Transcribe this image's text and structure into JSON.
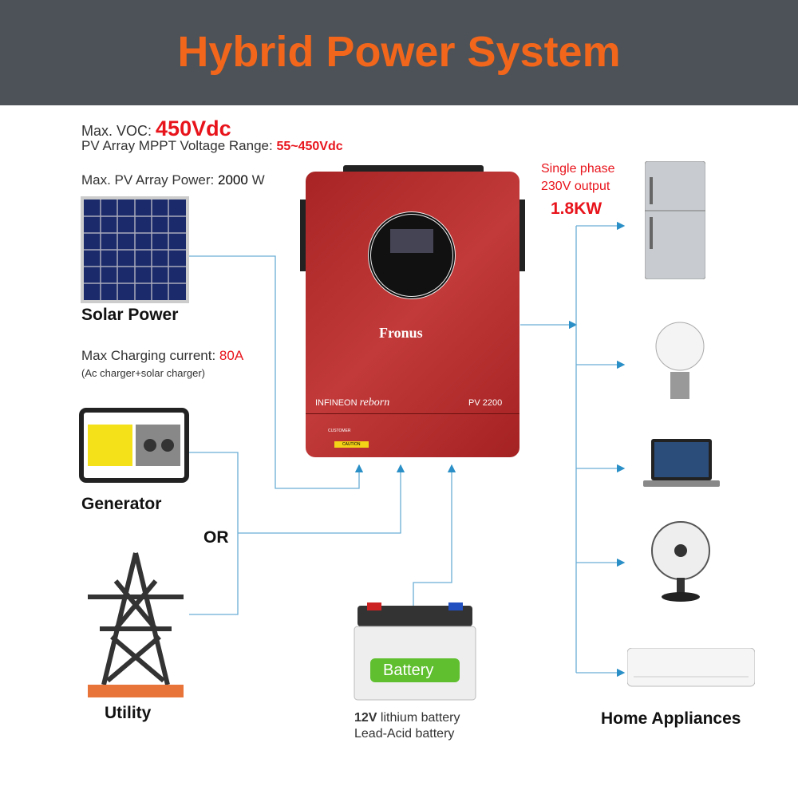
{
  "title": "Hybrid Power System",
  "specs": {
    "voc_label": "Max. VOC:",
    "voc_value": "450Vdc",
    "mppt_label": "PV Array MPPT Voltage Range:",
    "mppt_value": "55~450Vdc",
    "pv_power_label": "Max. PV Array Power:",
    "pv_power_value": "2000",
    "pv_power_unit": "W",
    "charge_label": "Max Charging current:",
    "charge_value": "80A",
    "charge_note": "(Ac charger+solar charger)"
  },
  "sources": {
    "solar": "Solar Power",
    "generator": "Generator",
    "or": "OR",
    "utility": "Utility"
  },
  "inverter": {
    "brand": "Fronus",
    "series": "INFINEON",
    "series_script": "reborn",
    "model": "PV 2200",
    "caution": "CAUTION",
    "customer": "CUSTOMER"
  },
  "output": {
    "line1": "Single phase",
    "line2": "230V output",
    "power": "1.8KW"
  },
  "battery": {
    "label": "Battery",
    "voltage": "12V",
    "line1": " lithium battery",
    "line2": "Lead-Acid battery"
  },
  "appliances": {
    "label": "Home Appliances"
  },
  "colors": {
    "title": "#f2661c",
    "header": "#4c5257",
    "highlight": "#e8141c",
    "inverter": "#b52a2a",
    "connector": "#2a8fc6"
  }
}
